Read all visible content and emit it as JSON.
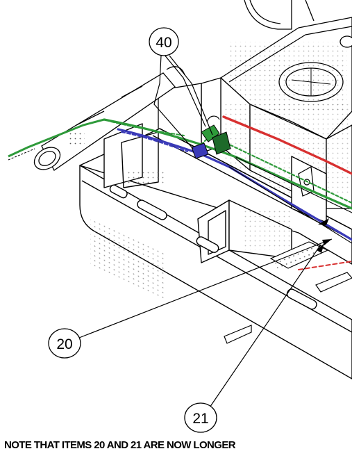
{
  "callouts": {
    "item_40": "40",
    "item_20": "20",
    "item_21": "21"
  },
  "note": "NOTE THAT ITEMS 20 AND 21 ARE NOW LONGER",
  "colors": {
    "wire_green": "#2e9a3a",
    "wire_blue": "#3a3ab8",
    "wire_red": "#d83030",
    "line_art": "#000000"
  }
}
